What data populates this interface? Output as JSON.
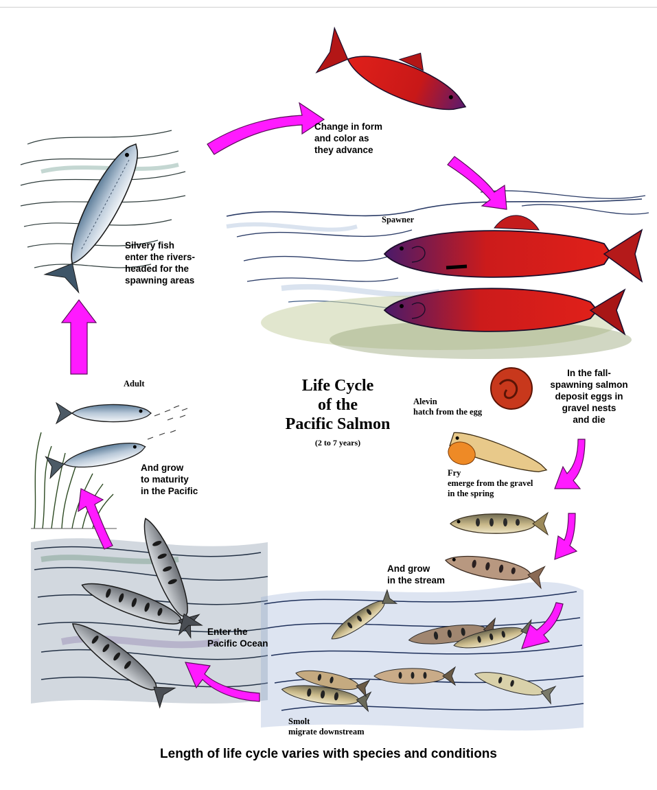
{
  "diagram": {
    "title": "Life Cycle\nof the\nPacific Salmon",
    "subtitle": "(2 to 7 years)",
    "footer": "Length of life cycle varies with species and conditions",
    "arrow_color": "#ff1aff",
    "stages": {
      "change": "Change in form\nand color as\nthey advance",
      "spawner": "Spawner",
      "deposit": "In the fall-\nspawning salmon\ndeposit eggs in\ngravel nests\nand die",
      "alevin": "Alevin\nhatch from the egg",
      "fry": "Fry\nemerge from the gravel\nin the spring",
      "grow_stream": "And grow\nin the stream",
      "smolt": "Smolt\nmigrate downstream",
      "enter_ocean": "Enter the\nPacific Ocean",
      "grow_pacific": "And grow\nto maturity\nin the Pacific",
      "adult": "Adult",
      "silvery": "Silvery fish\nenter the rivers-\nheaded for the\nspawning areas"
    }
  }
}
